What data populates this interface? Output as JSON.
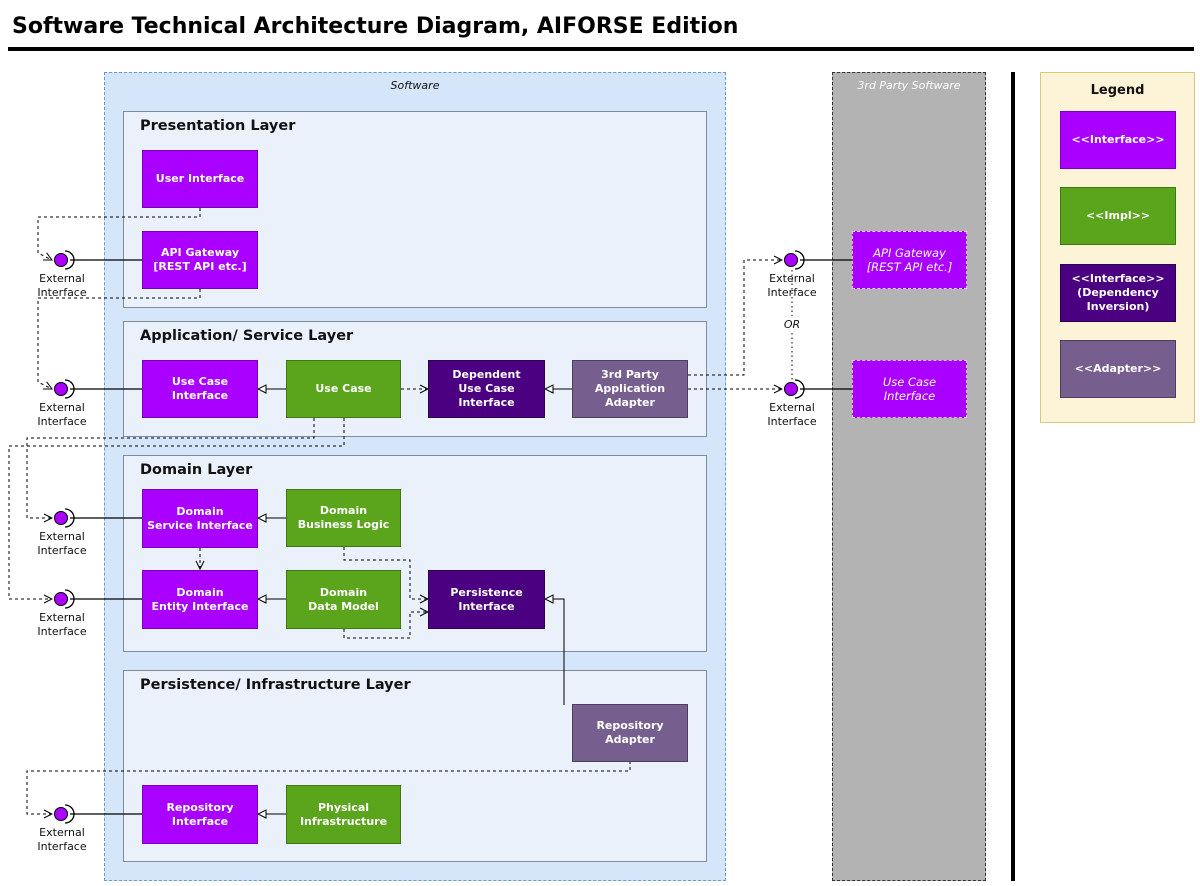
{
  "title": "Software Technical Architecture Diagram, AIFORSE Edition",
  "software_container": {
    "label": "Software"
  },
  "third_party_container": {
    "label": "3rd Party Software"
  },
  "layers": {
    "presentation": "Presentation Layer",
    "application": "Application/ Service Layer",
    "domain": "Domain Layer",
    "persistence": "Persistence/ Infrastructure Layer"
  },
  "boxes": {
    "user_interface": "User Interface",
    "api_gateway": "API Gateway\n[REST API etc.]",
    "use_case_interface": "Use Case\nInterface",
    "use_case": "Use Case",
    "dependent_use_case_interface": "Dependent\nUse Case\nInterface",
    "third_party_adapter": "3rd Party\nApplication\nAdapter",
    "domain_service_interface": "Domain\nService Interface",
    "domain_business_logic": "Domain\nBusiness Logic",
    "domain_entity_interface": "Domain\nEntity Interface",
    "domain_data_model": "Domain\nData Model",
    "persistence_interface": "Persistence\nInterface",
    "repository_adapter": "Repository\nAdapter",
    "repository_interface": "Repository\nInterface",
    "physical_infrastructure": "Physical\nInfrastructure",
    "tp_api_gateway": "API Gateway\n[REST API etc.]",
    "tp_use_case_interface": "Use Case\nInterface"
  },
  "external_interface_label": "External\nInterface",
  "or_label": "OR",
  "legend": {
    "title": "Legend",
    "interface": "<<Interface>>",
    "impl": "<<Impl>>",
    "dependency_inversion": "<<Interface>>\n(Dependency\nInversion)",
    "adapter": "<<Adapter>>"
  },
  "colors": {
    "interface": "#aa00ff",
    "impl": "#5aa51b",
    "dependency_inversion": "#4b0082",
    "adapter": "#765f8e",
    "software_bg": "#d6e6fa",
    "third_party_bg": "#b3b3b3",
    "legend_bg": "#fdf3d6"
  }
}
